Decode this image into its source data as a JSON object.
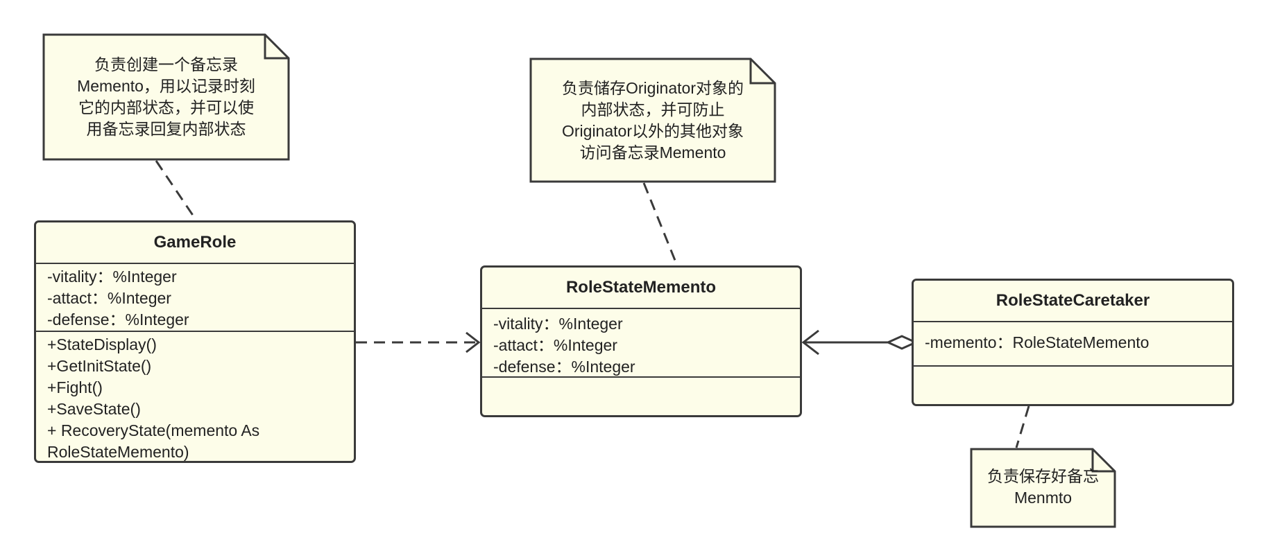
{
  "classes": {
    "game_role": {
      "name": "GameRole",
      "attributes": [
        "-vitality：%Integer",
        "-attact：%Integer",
        "-defense：%Integer"
      ],
      "operations": [
        "+StateDisplay()",
        "+GetInitState()",
        "+Fight()",
        "+SaveState()",
        "+ RecoveryState(memento As",
        "RoleStateMemento)"
      ]
    },
    "role_state_memento": {
      "name": "RoleStateMemento",
      "attributes": [
        "-vitality：%Integer",
        "-attact：%Integer",
        "-defense：%Integer"
      ],
      "operations": []
    },
    "role_state_caretaker": {
      "name": "RoleStateCaretaker",
      "attributes": [
        "-memento：RoleStateMemento"
      ],
      "operations": []
    }
  },
  "notes": {
    "game_role_note": [
      "负责创建一个备忘录",
      "Memento，用以记录时刻",
      "它的内部状态，并可以使",
      "用备忘录回复内部状态"
    ],
    "memento_note": [
      "负责储存Originator对象的",
      "内部状态，并可防止",
      "Originator以外的其他对象",
      "访问备忘录Memento"
    ],
    "caretaker_note": [
      "负责保存好备忘",
      "Menmto"
    ]
  },
  "colors": {
    "fill": "#fdfde9",
    "stroke": "#3a3a3a",
    "text": "#222222"
  }
}
